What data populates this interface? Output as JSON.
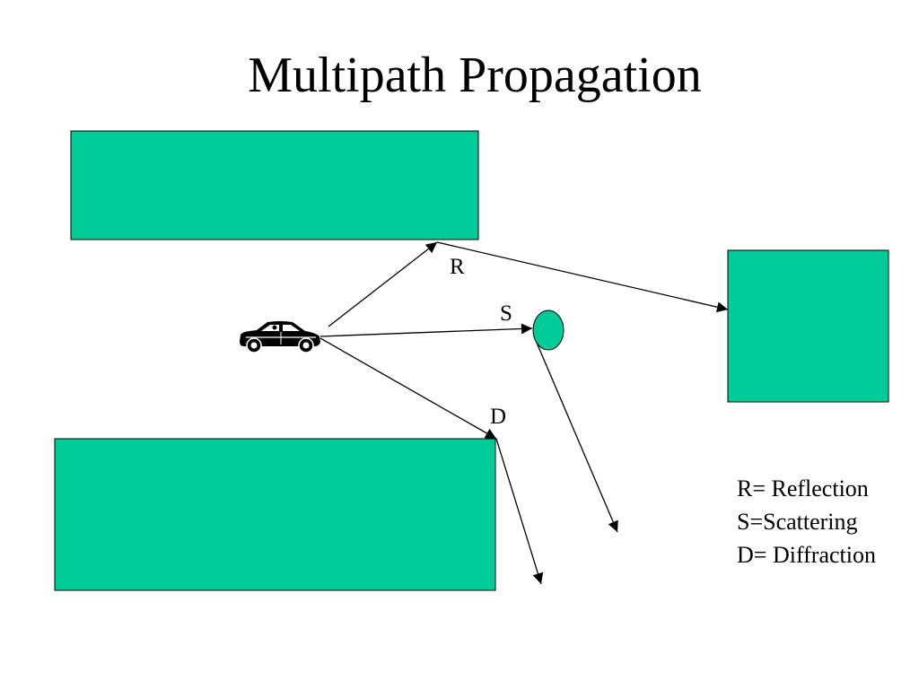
{
  "title": "Multipath Propagation",
  "labels": {
    "reflection": "R",
    "scattering": "S",
    "diffraction": "D"
  },
  "legend": {
    "line1": "R= Reflection",
    "line2": "S=Scattering",
    "line3": "D= Diffraction"
  },
  "colors": {
    "building_fill": "#00CC99",
    "line": "#000000",
    "background": "#FFFFFF"
  },
  "icons": {
    "vehicle": "car-icon"
  }
}
